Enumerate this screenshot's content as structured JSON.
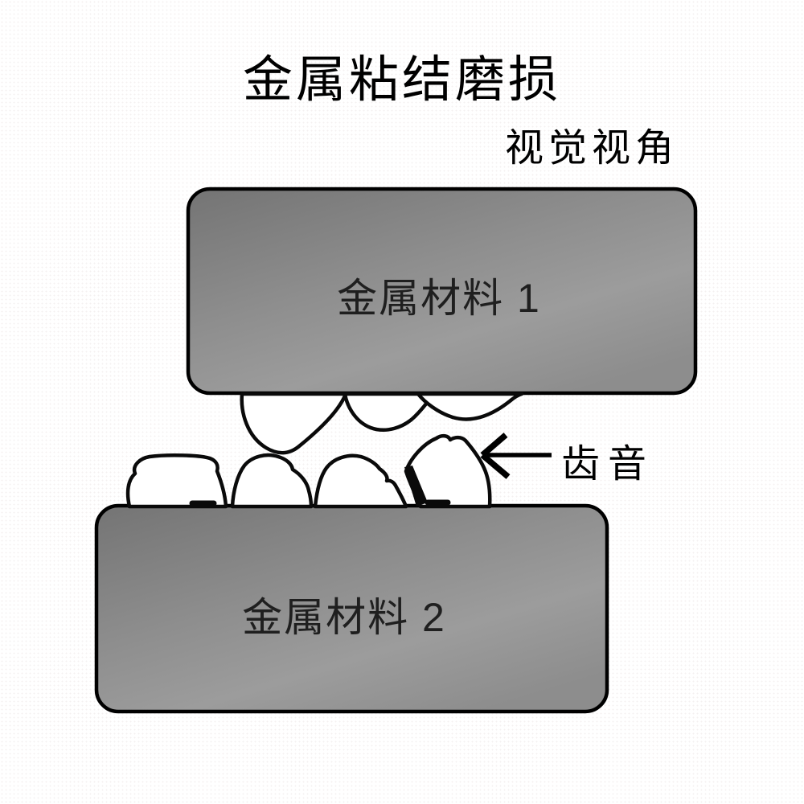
{
  "diagram": {
    "title": "金属粘结磨损",
    "view_label": "视觉视角",
    "upper_block_label": "金属材料 1",
    "lower_block_label": "金属材料 2",
    "arrow_label": "齿音",
    "colors": {
      "block_fill_dark": "#757575",
      "block_fill_mid": "#8e8e8e",
      "block_fill_light": "#9c9c9c",
      "outline": "#000000",
      "label_text": "#1f1f1f",
      "background": "#ffffff"
    }
  }
}
